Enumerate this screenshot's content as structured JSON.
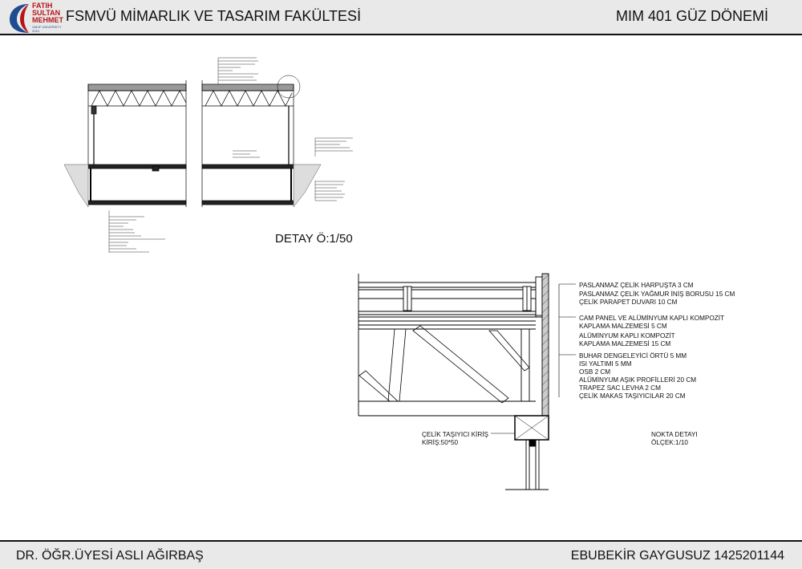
{
  "header": {
    "logo_lines": [
      "FATIH",
      "SULTAN",
      "MEHMET"
    ],
    "logo_sub": "VAKIF UNIVERSITY",
    "logo_year": "2010",
    "faculty": "FSMVÜ MİMARLIK  VE TASARIM FAKÜLTESİ",
    "term": "MIM 401 GÜZ DÖNEMİ"
  },
  "section_caption": "DETAY Ö:1/50",
  "detail_labels": [
    "PASLANMAZ ÇELİK HARPUŞTA 3 CM",
    "PASLANMAZ ÇELİK YAĞMUR İNİŞ BORUSU 15 CM",
    "ÇELİK PARAPET DUVARI 10 CM",
    "CAM PANEL VE  ALÜMİNYUM KAPLI  KOMPOZİT",
    "KAPLAMA MALZEMESİ 5 CM",
    "ALÜMİNYUM KAPLI KOMPOZİT",
    "KAPLAMA MALZEMESİ 15 CM",
    "BUHAR DENGELEYİCİ ÖRTÜ 5 MM",
    "ISI YALTIMI 5 MM",
    "OSB 2 CM",
    "ALÜMİNYUM AŞIK PROFİLLERİ 20 CM",
    "TRAPEZ SAC LEVHA 2 CM",
    "ÇELİK MAKAS TAŞIYICILAR 20 CM"
  ],
  "beam_label": [
    "ÇELİK TAŞIYICI KİRİŞ",
    "KİRİŞ:50*50"
  ],
  "detail_title": [
    "NOKTA DETAYI",
    "ÖLÇEK:1/10"
  ],
  "footer": {
    "instructor": "DR. ÖĞR.ÜYESİ ASLI AĞIRBAŞ",
    "student": "EBUBEKİR GAYGUSUZ 1425201144"
  }
}
